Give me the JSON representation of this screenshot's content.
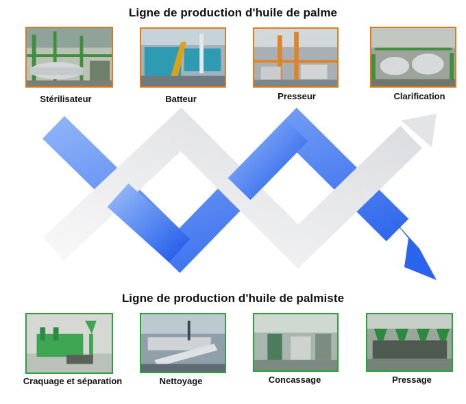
{
  "top_line": {
    "title": "Ligne de production d'huile de palme",
    "steps": [
      {
        "label": "Stérilisateur"
      },
      {
        "label": "Batteur"
      },
      {
        "label": "Presseur"
      },
      {
        "label": "Clarification"
      }
    ]
  },
  "bottom_line": {
    "title": "Ligne de production d'huile de palmiste",
    "steps": [
      {
        "label": "Craquage et séparation"
      },
      {
        "label": "Nettoyage"
      },
      {
        "label": "Concassage"
      },
      {
        "label": "Pressage"
      }
    ]
  },
  "colors": {
    "top_border": "#e07a1c",
    "bottom_border": "#27a33a",
    "blue_arrow": "#2f6ff0",
    "white_arrow": "#e9eaec"
  }
}
